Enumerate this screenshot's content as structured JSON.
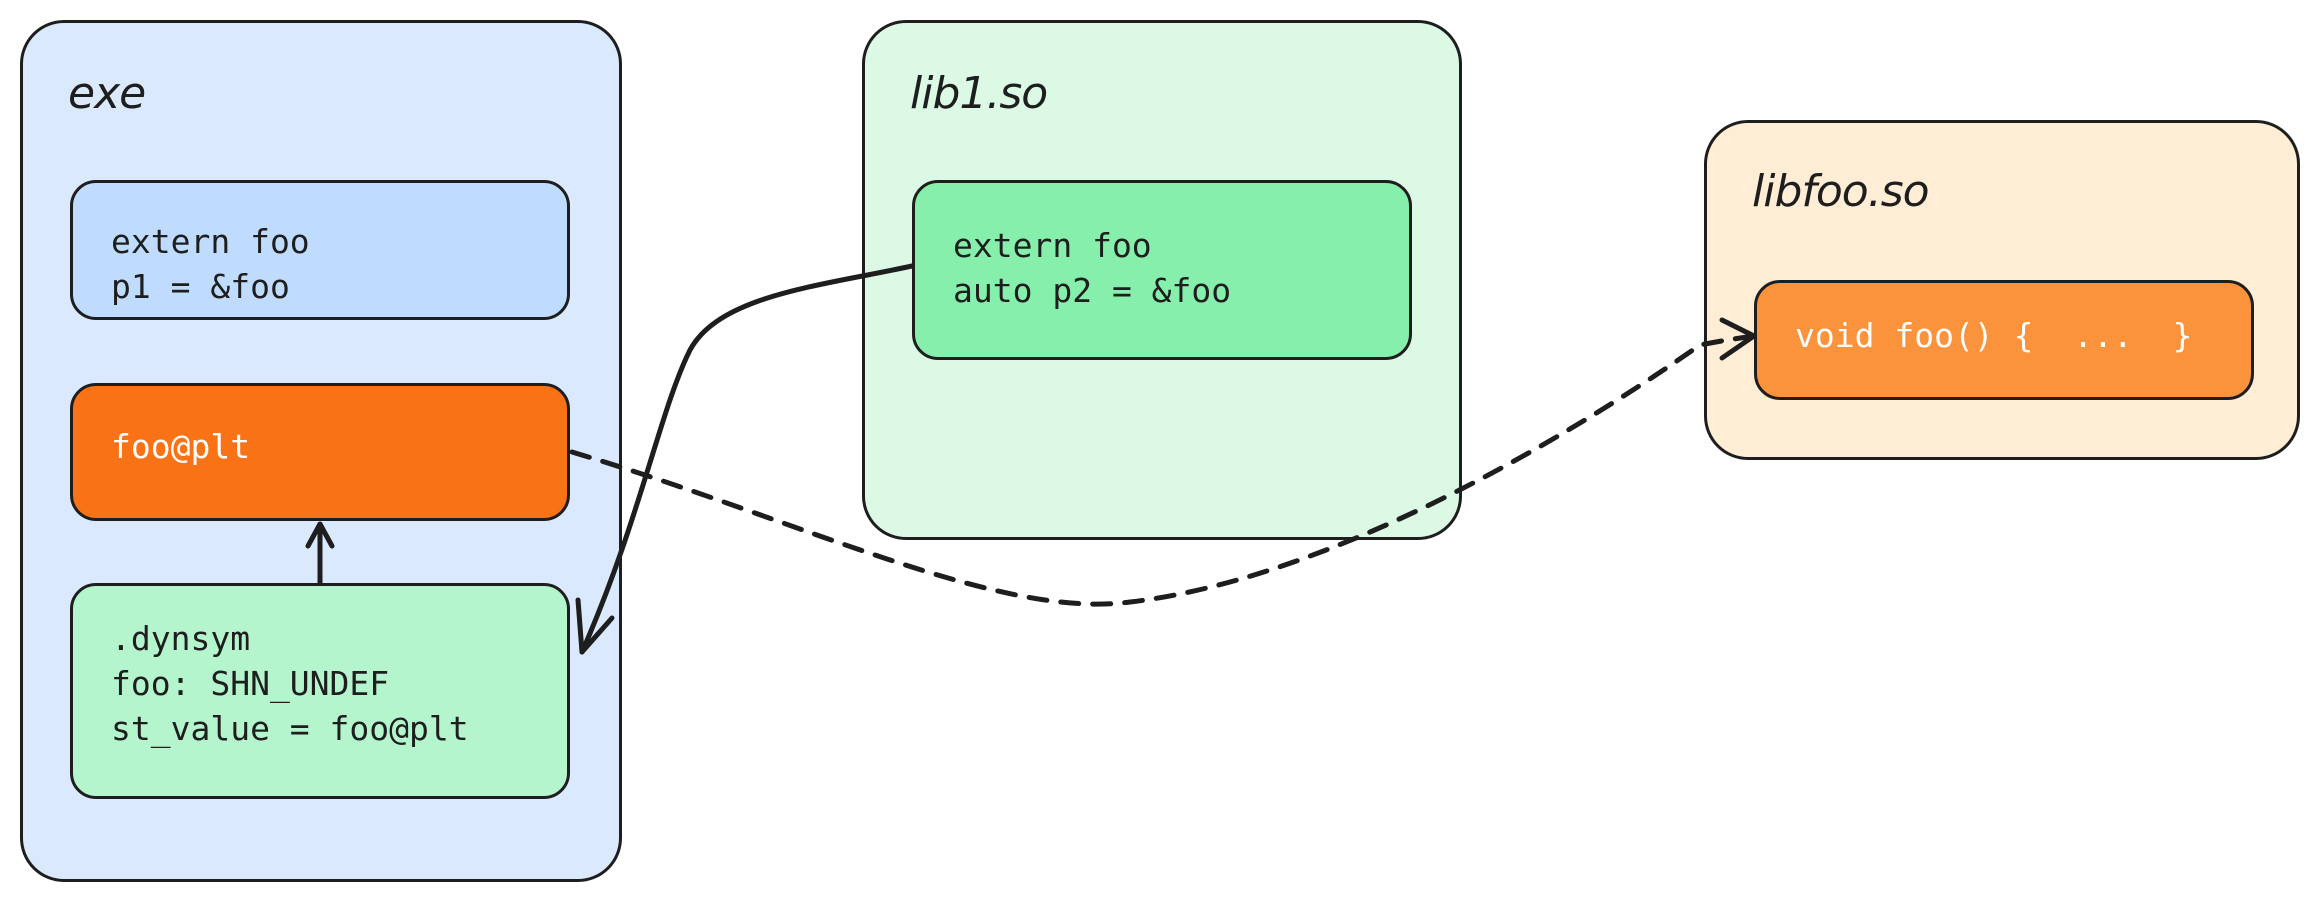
{
  "containers": {
    "exe": {
      "title": "exe",
      "extern_box": {
        "lines": [
          "extern foo",
          "p1 = &foo"
        ]
      },
      "plt_box": {
        "lines": [
          "foo@plt"
        ]
      },
      "dynsym_box": {
        "lines": [
          ".dynsym",
          "foo: SHN_UNDEF",
          "st_value = foo@plt"
        ]
      }
    },
    "lib1": {
      "title": "lib1.so",
      "extern_box": {
        "lines": [
          "extern foo",
          "auto p2 = &foo"
        ]
      }
    },
    "libfoo": {
      "title": "libfoo.so",
      "func_box": {
        "lines": [
          "void foo() {  ...  }"
        ]
      }
    }
  },
  "colors": {
    "stroke": "#1e1e1e",
    "exe_bg": "#dbe9ff",
    "exe_extern_bg": "#bfdcff",
    "plt_bg": "#f97316",
    "dynsym_bg": "#b5f5cd",
    "lib1_bg": "#dcf9e6",
    "lib1_box_bg": "#86efac",
    "libfoo_bg": "#ffedd6",
    "libfoo_box_bg": "#fb923c"
  }
}
